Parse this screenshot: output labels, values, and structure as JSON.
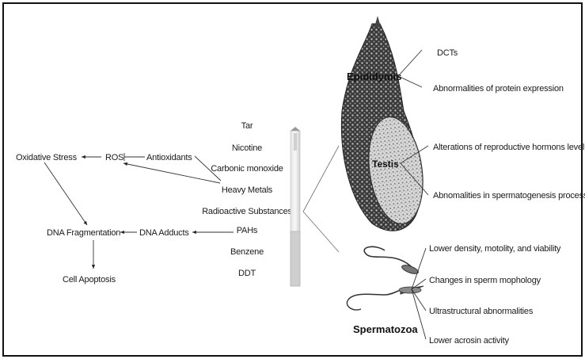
{
  "left_chain": {
    "oxidative_stress": "Oxidative Stress",
    "ros": "ROS",
    "antioxidants": "Antioxidants",
    "dna_fragmentation": "DNA Fragmentation",
    "dna_adducts": "DNA Adducts",
    "cell_apoptosis": "Cell Apoptosis"
  },
  "toxicants": [
    "Tar",
    "Nicotine",
    "Carbonic monoxide",
    "Heavy Metals",
    "Radioactive Substances",
    "PAHs",
    "Benzene",
    "DDT"
  ],
  "organs": {
    "epididymis": "Epididymis",
    "testis": "Testis",
    "spermatozoa": "Spermatozoa"
  },
  "epididymis_effects": [
    "DCTs",
    "Abnormalities of protein expression"
  ],
  "testis_effects": [
    "Alterations of reproductive hormons level",
    "Abnomalities in spermatogenesis process"
  ],
  "sperm_effects": [
    "Lower density, motolity, and viability",
    "Changes in sperm mophology",
    "Ultrastructural abnormalities",
    "Lower acrosin activity"
  ]
}
